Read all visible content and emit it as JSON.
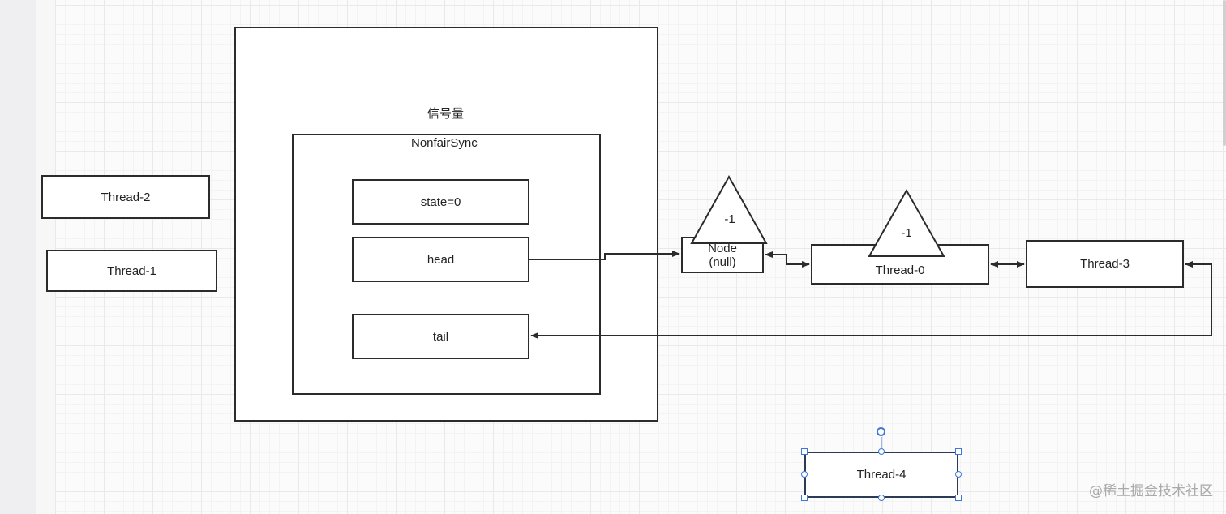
{
  "diagram": {
    "semaphore_label": "信号量",
    "sync_label": "NonfairSync",
    "fields": {
      "state": "state=0",
      "head": "head",
      "tail": "tail"
    },
    "waiting_threads": {
      "thread2": "Thread-2",
      "thread1": "Thread-1",
      "thread4": "Thread-4"
    },
    "queue": {
      "node_line1": "Node",
      "node_line2": "(null)",
      "node_status": "-1",
      "thread0": "Thread-0",
      "thread0_status": "-1",
      "thread3": "Thread-3"
    },
    "selected_shape": "Thread-4"
  },
  "watermark": "@稀土掘金技术社区",
  "colors": {
    "stroke": "#2b2b2b",
    "selection": "#3b78d9",
    "grid": "#e9e9e9"
  }
}
